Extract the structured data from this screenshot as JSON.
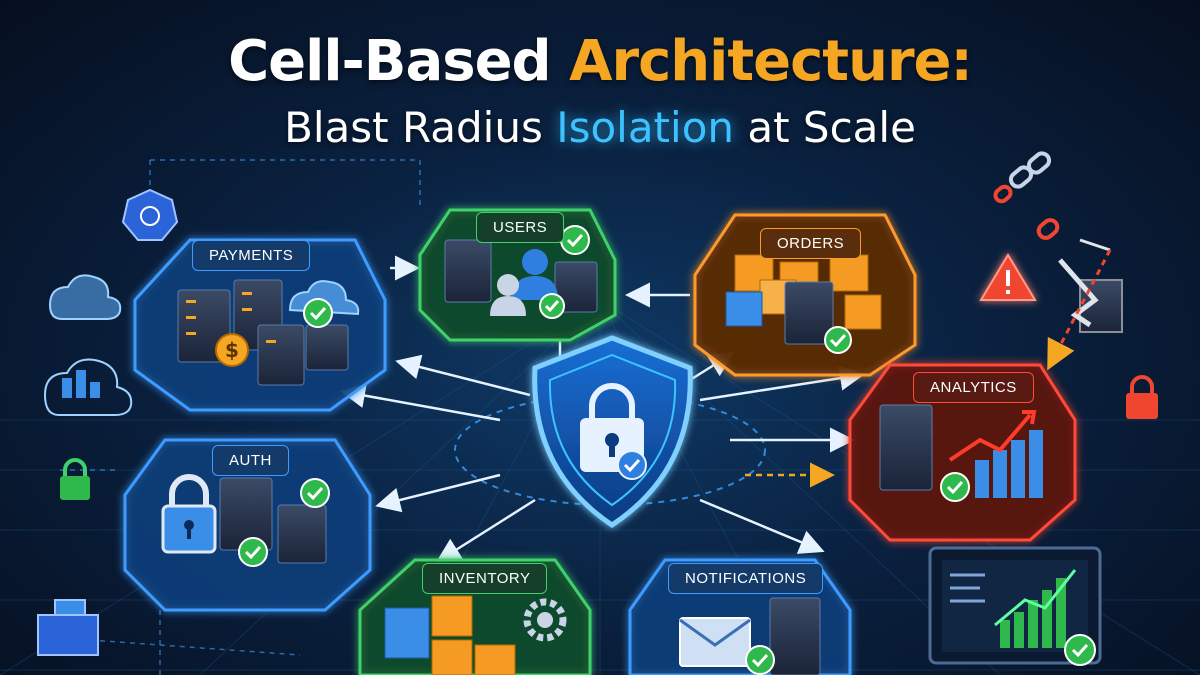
{
  "title": {
    "part1": "Cell-Based ",
    "part2": "Architecture:",
    "sub_part1": "Blast Radius ",
    "sub_part2": "Isolation",
    "sub_part3": " at Scale"
  },
  "cells": {
    "payments": "PAYMENTS",
    "users": "USERS",
    "orders": "ORDERS",
    "analytics": "ANALYTICS",
    "auth": "AUTH",
    "inventory": "INVENTORY",
    "notifications": "NOTIFICATIONS"
  },
  "colors": {
    "blue": "#2f8cff",
    "green": "#37c25a",
    "orange": "#f59a22",
    "red": "#f0452f",
    "title_orange": "#f5a623",
    "title_blue": "#3cc3ff"
  }
}
